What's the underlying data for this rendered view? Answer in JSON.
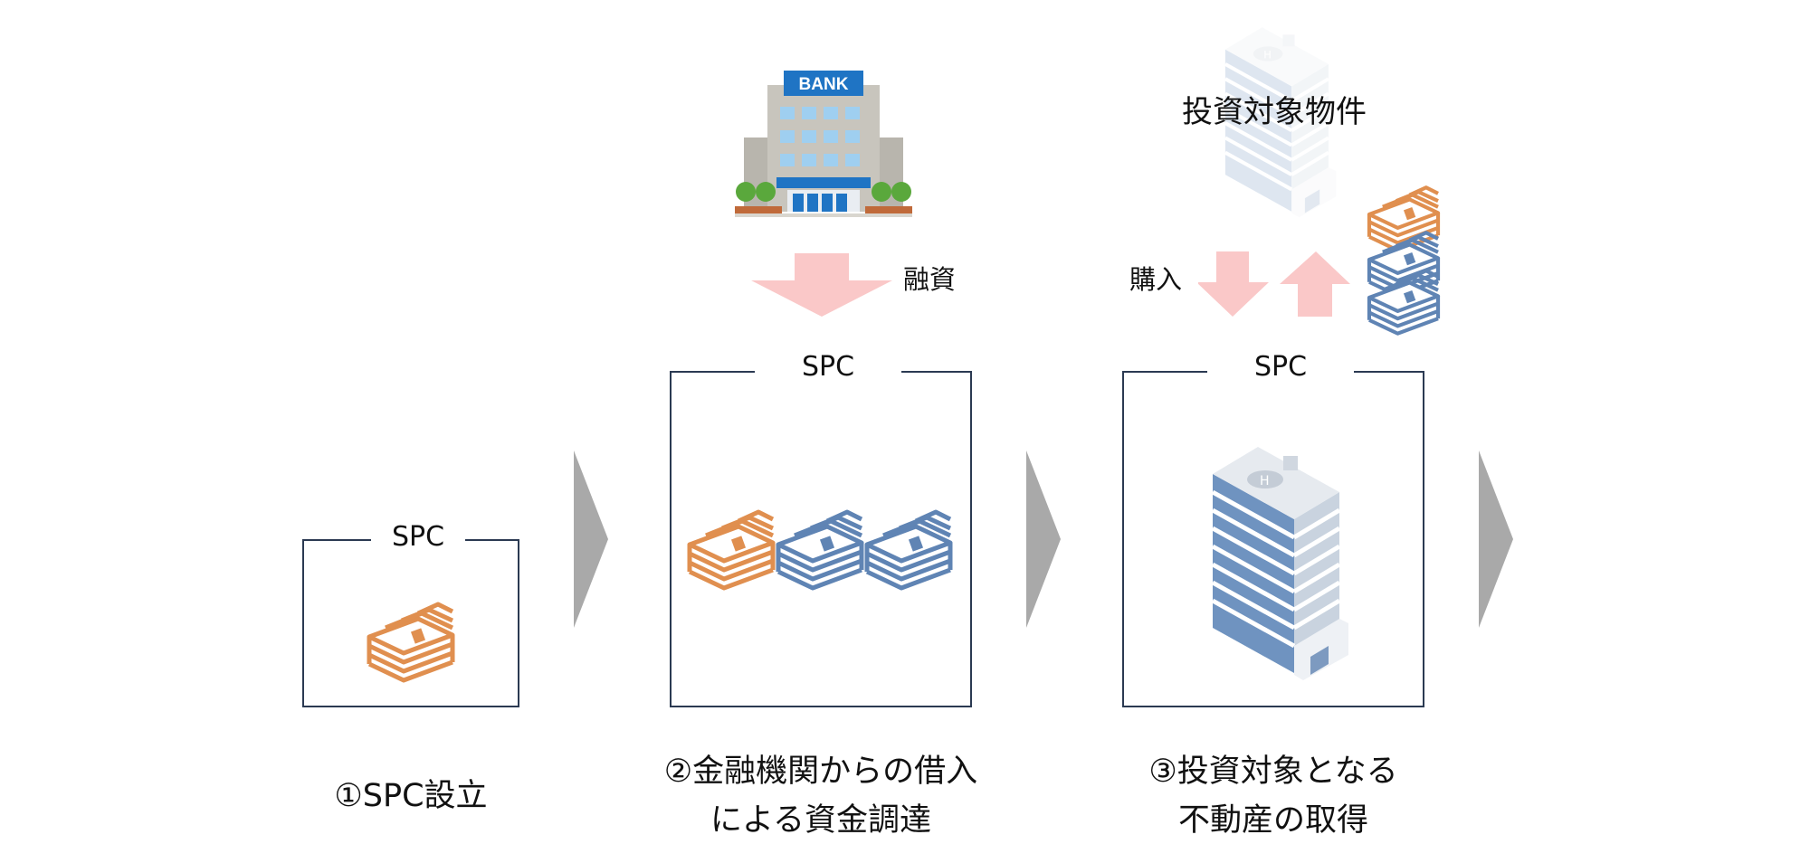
{
  "bank": {
    "sign": "BANK"
  },
  "labels": {
    "loan": "融資",
    "purchase": "購入",
    "property": "投資対象物件"
  },
  "steps": [
    {
      "box_label": "SPC",
      "caption_lines": [
        "①SPC設立"
      ]
    },
    {
      "box_label": "SPC",
      "caption_lines": [
        "②金融機関からの借入",
        "による資金調達"
      ]
    },
    {
      "box_label": "SPC",
      "caption_lines": [
        "③投資対象となる",
        "不動産の取得"
      ]
    }
  ],
  "colors": {
    "box_border": "#2b3a52",
    "pink_arrow": "#fac8c8",
    "gray_chevron": "#a9a9a9",
    "orange_money": "#e08f4f",
    "blue_money": "#5f84b4",
    "bank_blue": "#1f74c4"
  },
  "icons": [
    "bank-building-icon",
    "office-tower-icon",
    "money-stack-icon",
    "chevron-right-icon",
    "arrow-down-icon",
    "arrow-up-icon"
  ]
}
